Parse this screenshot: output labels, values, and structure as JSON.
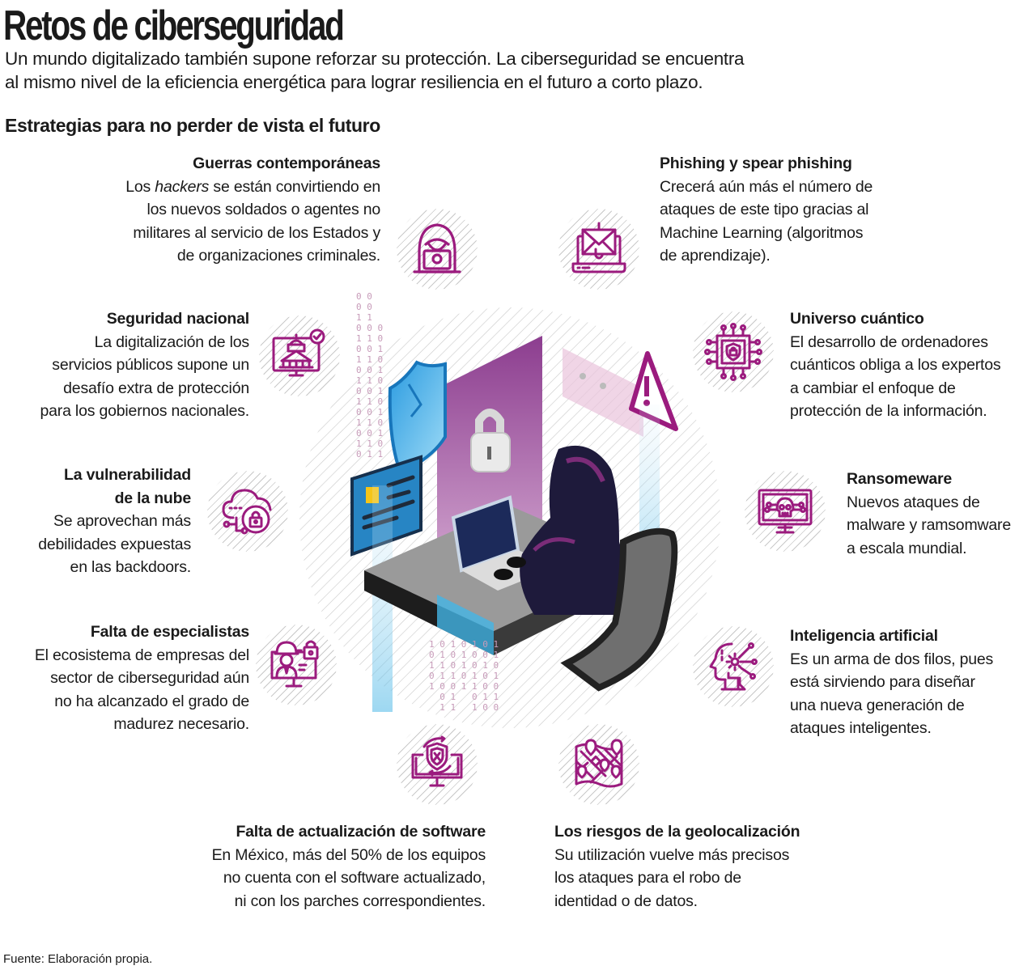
{
  "header": {
    "title": "Retos de ciberseguridad",
    "subtitle_line1": "Un mundo digitalizado también supone reforzar su protección. La ciberseguridad se encuentra",
    "subtitle_line2": "al mismo nivel de la eficiencia energética para lograr resiliencia en el futuro a corto plazo.",
    "section_title": "Estrategias para no perder de vista el futuro"
  },
  "colors": {
    "accent": "#9b1b7e",
    "text": "#1a1a1a",
    "hatch": "#c9c9c9",
    "binary": "#c79bb9"
  },
  "items": [
    {
      "heading": "Guerras contemporáneas",
      "body_pre": "Los ",
      "body_italic": "hackers",
      "body_post": " se están convirtiendo en\nlos nuevos soldados o agentes no\nmilitares al servicio de los Estados y\nde organizaciones criminales.",
      "icon": "hooded-hacker-laptop-icon"
    },
    {
      "heading": "Phishing y spear phishing",
      "body": "Crecerá aún más el número de\nataques de este tipo gracias al\nMachine Learning (algoritmos\nde aprendizaje).",
      "icon": "phishing-email-laptop-icon"
    },
    {
      "heading": "Seguridad nacional",
      "body": "La digitalización de los\nservicios públicos supone un\ndesafío extra de protección\npara los gobiernos nacionales.",
      "icon": "government-building-monitor-icon"
    },
    {
      "heading": "Universo cuántico",
      "body": "El desarrollo de ordenadores\ncuánticos obliga a los expertos\na cambiar el enfoque de\nprotección de la información.",
      "icon": "chip-shield-lock-icon"
    },
    {
      "heading": "La vulnerabilidad\nde la nube",
      "body": "Se aprovechan más\ndebilidades expuestas\nen las backdoors.",
      "icon": "cloud-lock-icon"
    },
    {
      "heading": "Ransomeware",
      "body": "Nuevos ataques de\nmalware y ramsomware\na escala mundial.",
      "icon": "monitor-skull-icon"
    },
    {
      "heading": "Falta de especialistas",
      "body": "El ecosistema de empresas del\nsector de ciberseguridad aún\nno ha alcanzado el grado de\nmadurez necesario.",
      "icon": "engineer-monitor-lock-icon"
    },
    {
      "heading": "Inteligencia artificial",
      "body": "Es un arma de dos filos, pues\nestá sirviendo para diseñar\nuna nueva generación de\nataques inteligentes.",
      "icon": "ai-head-gear-icon"
    },
    {
      "heading": "Falta de actualización de software",
      "body": "En México, más del 50% de los equipos\nno cuenta con el software actualizado,\nni con los parches correspondientes.",
      "icon": "monitor-shield-update-icon"
    },
    {
      "heading": "Los riesgos de la geolocalización",
      "body": "Su utilización vuelve más precisos\nlos ataques para el robo de\nidentidad o de datos.",
      "icon": "map-pins-icon"
    }
  ],
  "footer": {
    "source": "Fuente: Elaboración propia."
  }
}
